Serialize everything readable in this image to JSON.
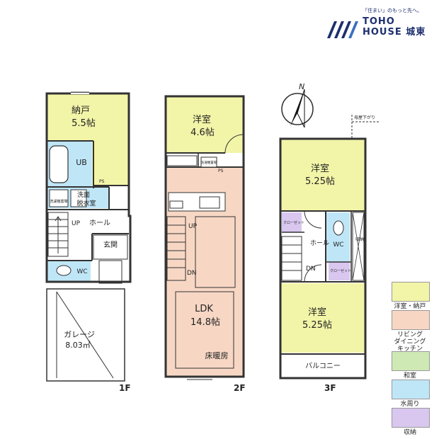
{
  "logo": {
    "tagline": "「住まい」のもっと先へ。",
    "brand_line1": "TOHO",
    "brand_line2": "HOUSE 城東"
  },
  "compass": {
    "north": "N"
  },
  "floors": {
    "f1": {
      "label": "1F",
      "rooms": {
        "nando_name": "納戸",
        "nando_size": "5.5帖",
        "ub": "UB",
        "ps": "PS",
        "washer": "洗濯機置場",
        "washroom_1": "洗面",
        "washroom_2": "脱衣室",
        "up": "UP",
        "hall": "ホール",
        "entrance": "玄関",
        "wc": "WC",
        "garage_name": "ガレージ",
        "garage_size": "8.03㎡"
      }
    },
    "f2": {
      "label": "2F",
      "rooms": {
        "yoshitsu_name": "洋室",
        "yoshitsu_size": "4.6帖",
        "washer": "洗濯機置場",
        "ps": "PS",
        "up": "UP",
        "dn": "DN",
        "ldk_name": "LDK",
        "ldk_size": "14.8帖",
        "floor_heating": "床暖房"
      }
    },
    "f3": {
      "label": "3F",
      "rooms": {
        "yoshitsu1_name": "洋室",
        "yoshitsu1_size": "5.25帖",
        "closet": "クローゼット",
        "hall": "ホール",
        "dn": "DN",
        "wc": "WC",
        "storage": "収納",
        "closet2": "クローゼット",
        "yoshitsu2_name": "洋室",
        "yoshitsu2_size": "5.25帖",
        "balcony": "バルコニー",
        "eave": "母屋下がり"
      }
    }
  },
  "legend": [
    {
      "label": "洋室・納戸",
      "color": "#f2f5a8"
    },
    {
      "label": "リビング\nダイニング\nキッチン",
      "color": "#f7d7c4"
    },
    {
      "label": "和室",
      "color": "#cfe9b4"
    },
    {
      "label": "水周り",
      "color": "#bfe6f7"
    },
    {
      "label": "収納",
      "color": "#d9c7f0"
    }
  ]
}
